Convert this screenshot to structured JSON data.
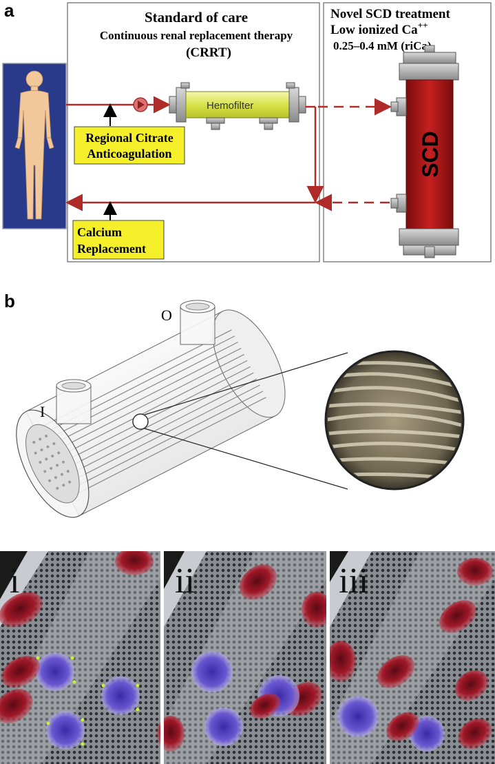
{
  "panel_a": {
    "letter": "a",
    "standard_title": "Standard of care",
    "standard_subtitle": "Continuous renal replacement therapy",
    "standard_abbrev": "(CRRT)",
    "novel_line1": "Novel SCD treatment",
    "novel_line2": "Low ionized Ca",
    "novel_line2_sup": "++",
    "novel_line3": "0.25–0.4 mM (riCa)",
    "hemofilter_label": "Hemofilter",
    "citrate_line1": "Regional Citrate",
    "citrate_line2": "Anticoagulation",
    "calcium_line1": "Calcium",
    "calcium_line2": "Replacement",
    "scd_label": "SCD",
    "colors": {
      "flow_line": "#b02a2a",
      "callout_fill": "#f5f02a",
      "patient_panel": "#2a3a8a",
      "body_skin": "#f2c89a",
      "scd_fill": "#b01818"
    }
  },
  "panel_b": {
    "letter": "b",
    "inlet_label": "I",
    "outlet_label": "O"
  },
  "panel_c": {
    "frames": [
      "i",
      "ii",
      "iii"
    ]
  }
}
